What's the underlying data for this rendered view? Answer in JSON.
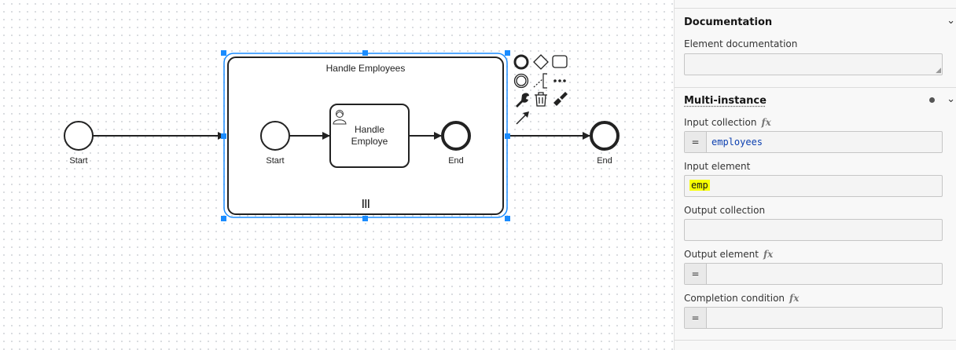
{
  "diagram": {
    "subprocess_title": "Handle Employees",
    "outer_start_label": "Start",
    "outer_end_label": "End",
    "inner_start_label": "Start",
    "inner_end_label": "End",
    "task_label_line1": "Handle",
    "task_label_line2": "Employe",
    "multi_instance_marker": "parallel-multi-instance-icon",
    "context_pad_icons": [
      "end-event-icon",
      "gateway-icon",
      "task-icon",
      "intermediate-event-icon",
      "text-annotation-icon",
      "more-icon",
      "wrench-icon",
      "trash-icon",
      "paint-brush-icon",
      "connect-arrow-icon"
    ],
    "selection_color": "#1a8cff"
  },
  "panel": {
    "documentation": {
      "title": "Documentation",
      "element_doc_label": "Element documentation",
      "element_doc_value": ""
    },
    "multi_instance": {
      "title": "Multi-instance",
      "input_collection_label": "Input collection",
      "input_collection_value": "employees",
      "input_element_label": "Input element",
      "input_element_value": "emp",
      "output_collection_label": "Output collection",
      "output_collection_value": "",
      "output_element_label": "Output element",
      "output_element_value": "",
      "completion_condition_label": "Completion condition",
      "completion_condition_value": "",
      "fx_symbol": "fx",
      "equals_symbol": "=",
      "highlight_color": "#f8ff00"
    }
  }
}
